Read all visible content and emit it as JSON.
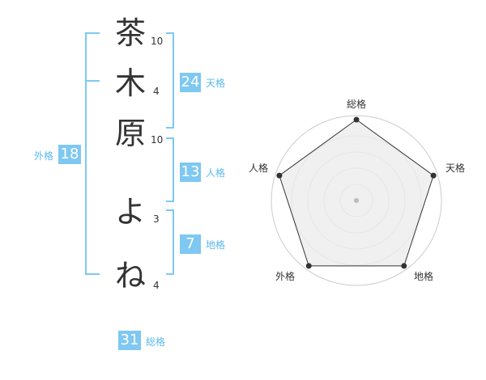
{
  "name_chars": [
    {
      "char": "茶",
      "strokes": "10"
    },
    {
      "char": "木",
      "strokes": "4"
    },
    {
      "char": "原",
      "strokes": "10"
    },
    {
      "char": "よ",
      "strokes": "3"
    },
    {
      "char": "ね",
      "strokes": "4"
    }
  ],
  "kakusu": {
    "tenkaku": {
      "value": "24",
      "label": "天格"
    },
    "jinkaku": {
      "value": "13",
      "label": "人格"
    },
    "chikaku": {
      "value": "7",
      "label": "地格"
    },
    "gaikaku": {
      "value": "18",
      "label": "外格"
    },
    "soukaku": {
      "value": "31",
      "label": "総格"
    }
  },
  "radar": {
    "axes": [
      "総格",
      "天格",
      "地格",
      "外格",
      "人格"
    ],
    "values": [
      1,
      1,
      1,
      1,
      1
    ],
    "colors": {
      "fill": "#ececec",
      "stroke": "#333333",
      "ring": "#cccccc",
      "point": "#333333",
      "center": "#bbbbbb"
    }
  }
}
